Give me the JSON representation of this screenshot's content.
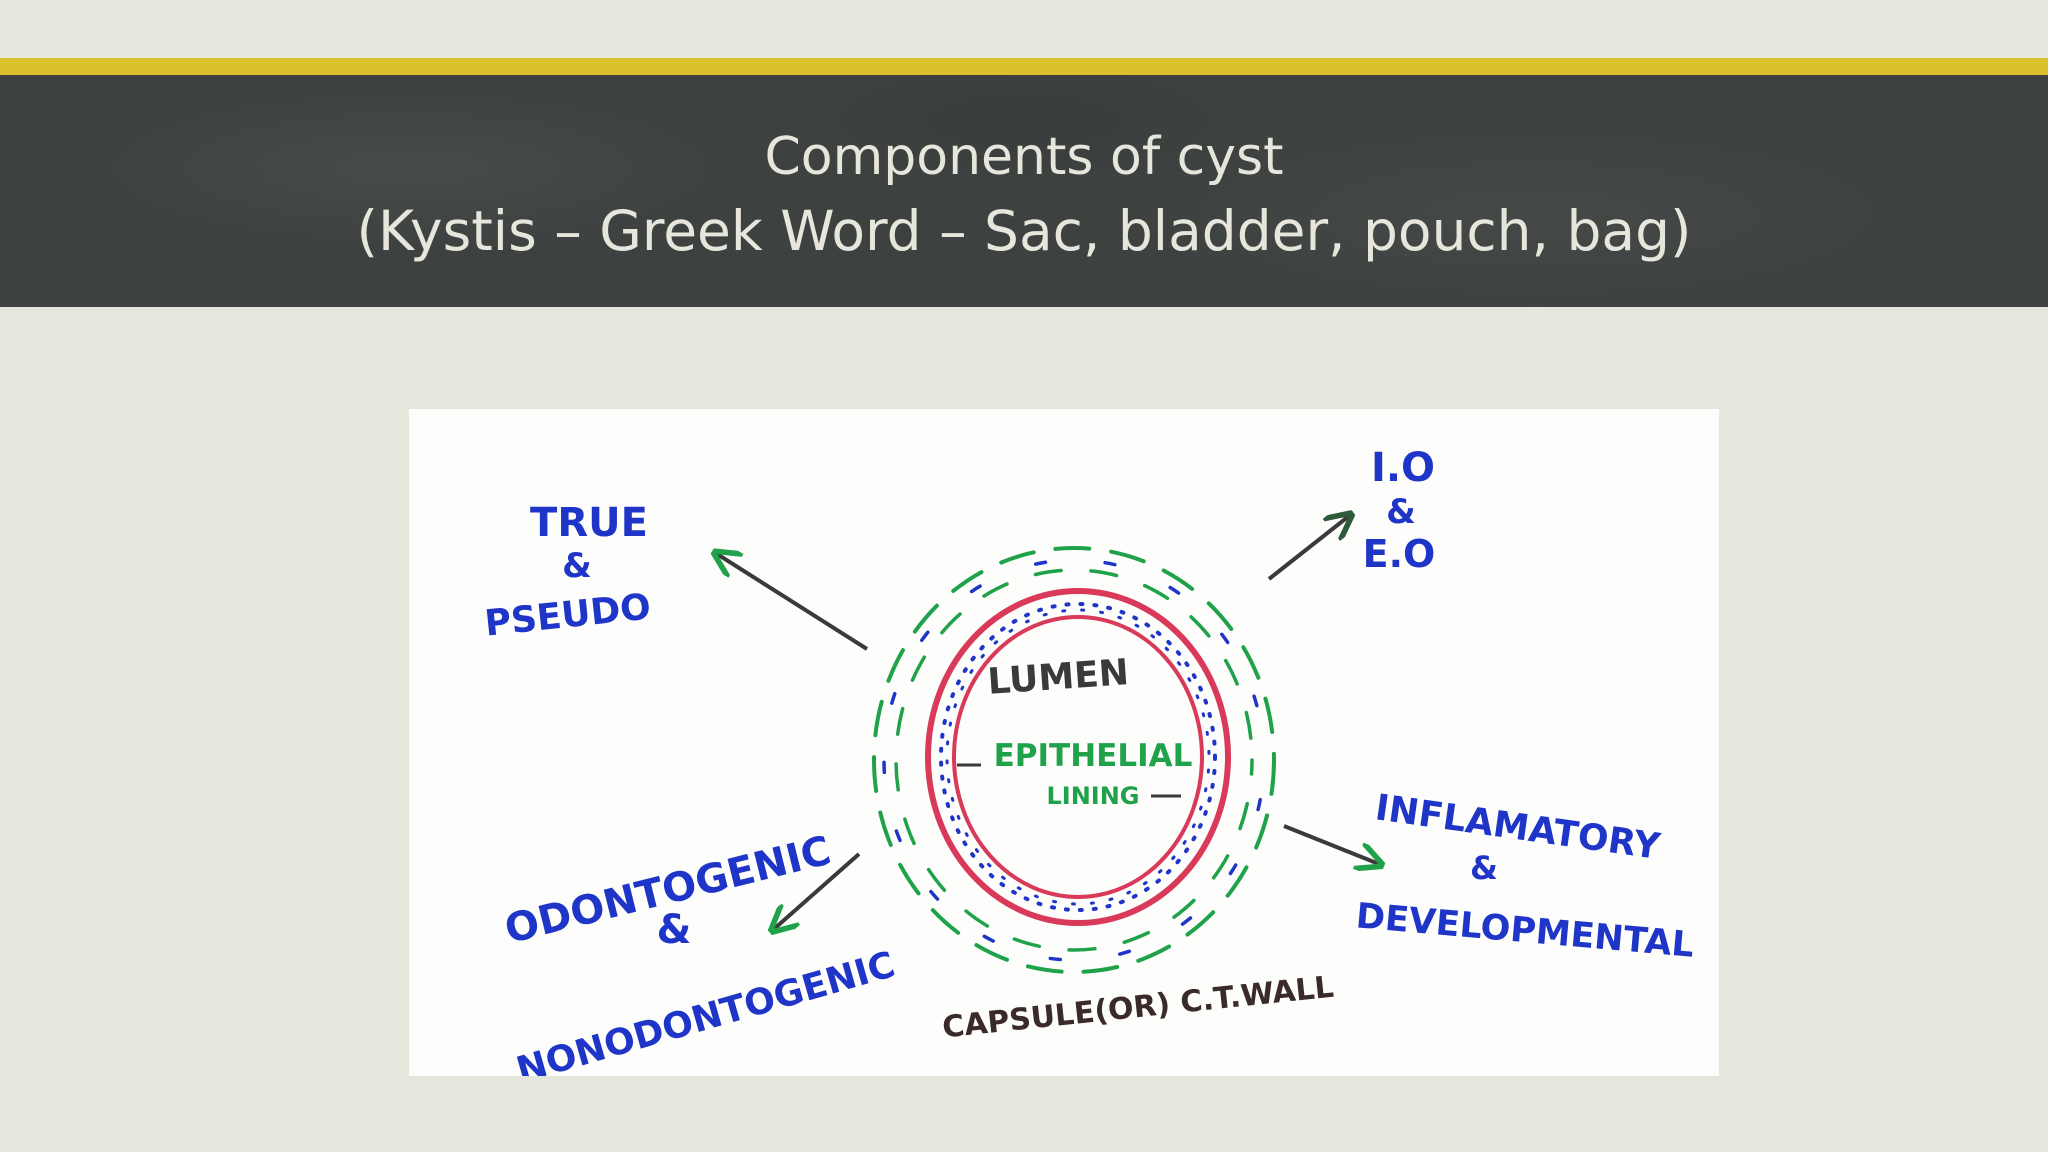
{
  "slide": {
    "title_line1": "Components of cyst",
    "title_line2": "(Kystis – Greek Word – Sac, bladder, pouch, bag)"
  },
  "diagram": {
    "lumen_label": "LUMEN",
    "epithelial_label_1": "EPITHELIAL",
    "epithelial_label_2": "LINING",
    "capsule_label": "CAPSULE(OR) C.T.WALL",
    "top_left": {
      "line1": "TRUE",
      "line2": "&",
      "line3": "PSEUDO"
    },
    "top_right": {
      "line1": "I.O",
      "line2": "&",
      "line3": "E.O"
    },
    "bottom_left": {
      "line1": "ODONTOGENIC",
      "line2": "&",
      "line3": "NONODONTOGENIC"
    },
    "bottom_right": {
      "line1": "INFLAMATORY",
      "line2": "&",
      "line3": "DEVELOPMENTAL"
    }
  },
  "colors": {
    "gold": "#dcc12e",
    "title_band": "#3d4240",
    "blue_ink": "#1f35c8",
    "green_ink": "#1fa24a",
    "red_ink": "#d93a5a",
    "brown_ink": "#4a2a22"
  }
}
